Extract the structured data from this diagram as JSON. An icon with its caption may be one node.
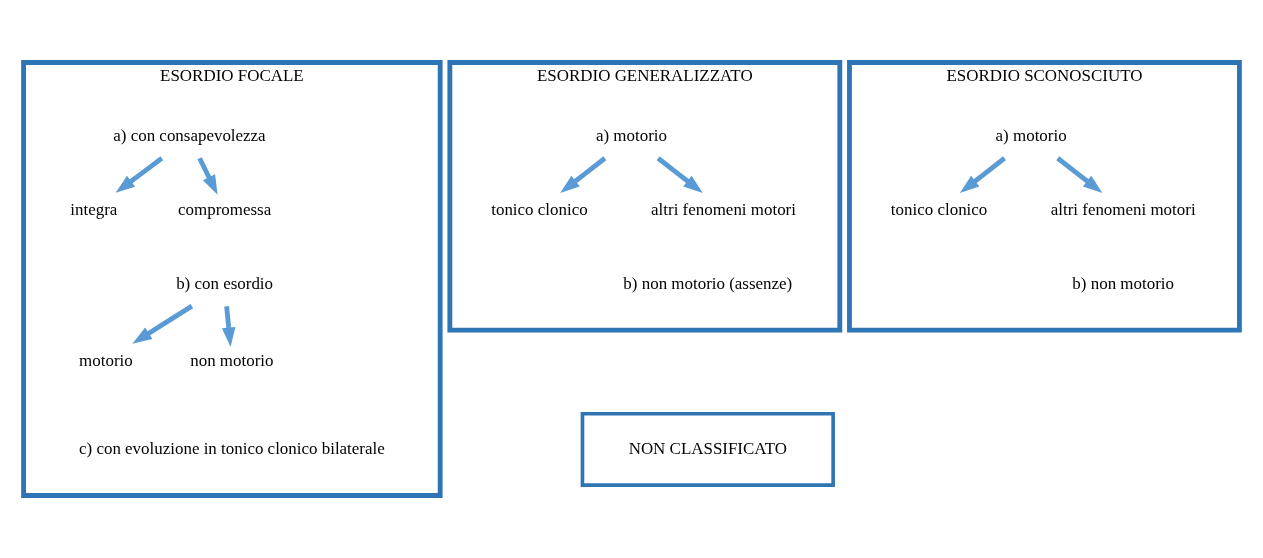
{
  "diagram": {
    "nodes": [
      {
        "text": [
          "ESORDIO FOCALE"
        ]
      },
      {
        "text": [
          "a) con consapevolezza"
        ],
        "in": 0
      },
      {
        "text": [
          "integra"
        ],
        "in": 0
      },
      {
        "text": [
          "compromessa"
        ],
        "in": 0
      },
      {
        "text": [
          "b) con esordio"
        ],
        "in": 0
      },
      {
        "text": [
          "motorio"
        ],
        "in": 0
      },
      {
        "text": [
          "non motorio"
        ],
        "in": 0
      },
      {
        "text": [
          "c) con evoluzione in tonico clonico bilaterale"
        ],
        "in": 0
      },
      {
        "text": [
          "ESORDIO GENERALIZZATO"
        ]
      },
      {
        "text": [
          "a) motorio"
        ],
        "in": 8
      },
      {
        "text": [
          "tonico clonico"
        ],
        "in": 8
      },
      {
        "text": [
          "altri fenomeni motori"
        ],
        "in": 8
      },
      {
        "text": [
          "b) non motorio (assenze)"
        ],
        "in": 8
      },
      {
        "text": [
          "ESORDIO SCONOSCIUTO"
        ]
      },
      {
        "text": [
          "a) motorio"
        ],
        "in": 13
      },
      {
        "text": [
          "tonico clonico"
        ],
        "in": 13
      },
      {
        "text": [
          "altri fenomeni motori"
        ],
        "in": 13
      },
      {
        "text": [
          "b) non motorio"
        ],
        "in": 13
      },
      {
        "text": [
          "NON CLASSIFICATO"
        ]
      }
    ],
    "edges": [
      {
        "from": 1,
        "to": 2,
        "arrow": "to"
      },
      {
        "from": 1,
        "to": 3,
        "arrow": "to"
      },
      {
        "from": 4,
        "to": 5,
        "arrow": "to"
      },
      {
        "from": 4,
        "to": 6,
        "arrow": "to"
      },
      {
        "from": 9,
        "to": 10,
        "arrow": "to"
      },
      {
        "from": 9,
        "to": 11,
        "arrow": "to"
      },
      {
        "from": 14,
        "to": 15,
        "arrow": "to"
      },
      {
        "from": 14,
        "to": 16,
        "arrow": "to"
      }
    ]
  }
}
